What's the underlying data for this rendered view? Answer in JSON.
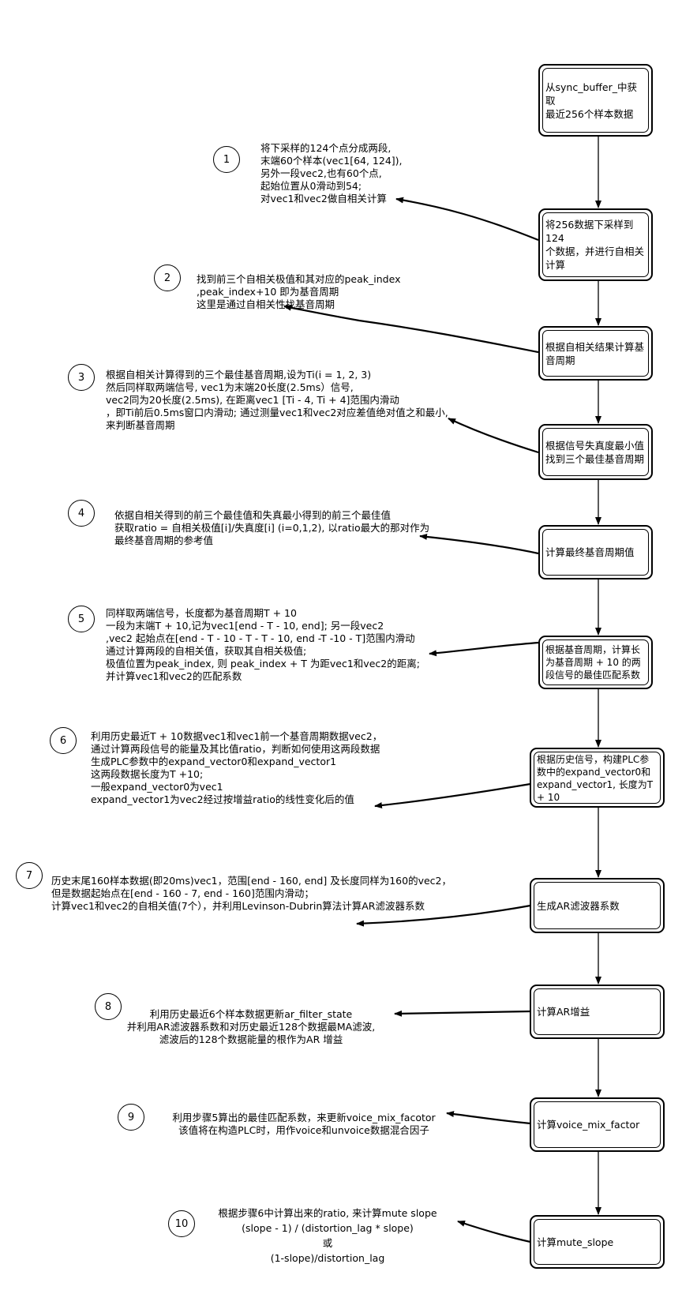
{
  "steps": [
    {
      "label": "从sync_buffer_中获取\n最近256个样本数据"
    },
    {
      "label": "将256数据下采样到124\n个数据，并进行自相关\n计算"
    },
    {
      "label": "根据自相关结果计算基\n音周期"
    },
    {
      "label": "根据信号失真度最小值\n找到三个最佳基音周期"
    },
    {
      "label": "计算最终基音周期值"
    },
    {
      "label": "根据基音周期，计算长\n为基音周期 + 10 的两\n段信号的最佳匹配系数"
    },
    {
      "label": "根据历史信号，构建PLC参\n数中的expand_vector0和\nexpand_vector1, 长度为T\n+ 10"
    },
    {
      "label": "生成AR滤波器系数"
    },
    {
      "label": "计算AR增益"
    },
    {
      "label": "计算voice_mix_factor"
    },
    {
      "label": "计算mute_slope"
    }
  ],
  "notes": [
    {
      "number": "1",
      "text": "将下采样的124个点分成两段,\n末端60个样本(vec1[64, 124]),\n另外一段vec2,也有60个点,\n起始位置从0滑动到54;\n对vec1和vec2做自相关计算"
    },
    {
      "number": "2",
      "text": "找到前三个自相关极值和其对应的peak_index\n,peak_index+10 即为基音周期\n这里是通过自相关性找基音周期"
    },
    {
      "number": "3",
      "text": "根据自相关计算得到的三个最佳基音周期,设为Ti(i = 1, 2, 3)\n然后同样取两端信号, vec1为末端20长度(2.5ms）信号,\nvec2同为20长度(2.5ms), 在距离vec1 [Ti - 4, Ti + 4]范围内滑动\n，即Ti前后0.5ms窗口内滑动; 通过测量vec1和vec2对应差值绝对值之和最小,\n来判断基音周期"
    },
    {
      "number": "4",
      "text": "依据自相关得到的前三个最佳值和失真最小得到的前三个最佳值\n获取ratio = 自相关极值[i]/失真度[i] (i=0,1,2), 以ratio最大的那对作为\n最终基音周期的参考值"
    },
    {
      "number": "5",
      "text": "同样取两端信号，长度都为基音周期T + 10\n一段为末端T + 10,记为vec1[end - T - 10, end]; 另一段vec2\n,vec2 起始点在[end - T - 10 - T - T - 10, end -T -10 - T]范围内滑动\n通过计算两段的自相关值，获取其自相关极值;\n极值位置为peak_index, 则 peak_index + T 为距vec1和vec2的距离;\n并计算vec1和vec2的匹配系数"
    },
    {
      "number": "6",
      "text": "利用历史最近T + 10数据vec1和vec1前一个基音周期数据vec2，\n通过计算两段信号的能量及其比值ratio，判断如何使用这两段数据\n生成PLC参数中的expand_vector0和expand_vector1\n这两段数据长度为T +10;\n一般expand_vector0为vec1\nexpand_vector1为vec2经过按增益ratio的线性变化后的值"
    },
    {
      "number": "7",
      "text": "历史末尾160样本数据(即20ms)vec1，范围[end - 160, end] 及长度同样为160的vec2，\n但是数据起始点在[end - 160 - 7, end - 160]范围内滑动；\n计算vec1和vec2的自相关值(7个），并利用Levinson-Dubrin算法计算AR滤波器系数"
    },
    {
      "number": "8",
      "text": "利用历史最近6个样本数据更新ar_filter_state\n并利用AR滤波器系数和对历史最近128个数据最MA滤波,\n滤波后的128个数据能量的根作为AR 增益"
    },
    {
      "number": "9",
      "text": "利用步骤5算出的最佳匹配系数，来更新voice_mix_facotor\n该值将在构造PLC时，用作voice和unvoice数据混合因子"
    },
    {
      "number": "10",
      "text": "根据步骤6中计算出来的ratio, 来计算mute slope\n(slope - 1) / (distortion_lag * slope)\n或\n(1-slope)/distortion_lag"
    }
  ]
}
